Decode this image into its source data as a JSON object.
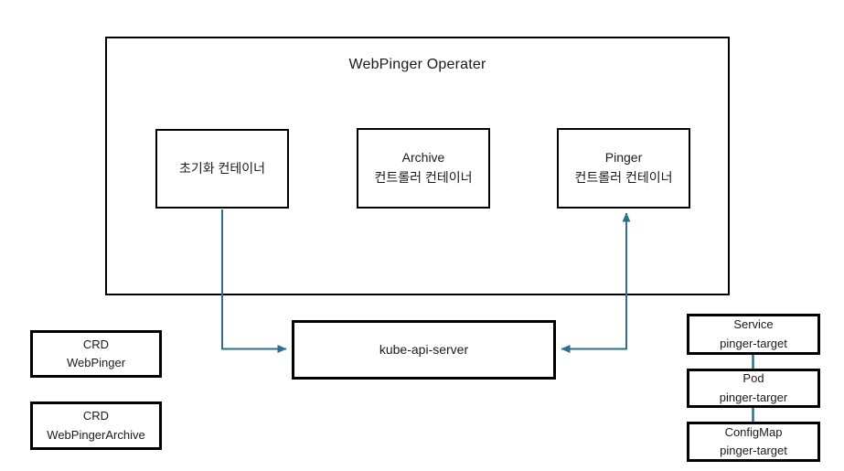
{
  "colors": {
    "connector": "#2E6E8E",
    "border": "#000000",
    "background": "#FFFFFF",
    "text": "#1A1A1A"
  },
  "operator": {
    "title": "WebPinger Operater",
    "containers": [
      {
        "line1": "초기화 컨테이너"
      },
      {
        "line1": "Archive",
        "line2": "컨트롤러 컨테이너"
      },
      {
        "line1": "Pinger",
        "line2": "컨트롤러 컨테이너"
      }
    ]
  },
  "api_server": {
    "label": "kube-api-server"
  },
  "crds": [
    {
      "line1": "CRD",
      "line2": "WebPinger"
    },
    {
      "line1": "CRD",
      "line2": "WebPingerArchive"
    }
  ],
  "targets": [
    {
      "line1": "Service",
      "line2": "pinger-target"
    },
    {
      "line1": "Pod",
      "line2": "pinger-targer"
    },
    {
      "line1": "ConfigMap",
      "line2": "pinger-target"
    }
  ],
  "connectors": [
    {
      "from": "init-container",
      "to": "kube-api-server",
      "arrows": "end"
    },
    {
      "from": "kube-api-server",
      "to": "pinger-controller-container",
      "arrows": "both"
    },
    {
      "from": "service-pinger-target",
      "to": "pod-pinger-targer",
      "arrows": "none"
    },
    {
      "from": "pod-pinger-targer",
      "to": "configmap-pinger-target",
      "arrows": "none"
    }
  ]
}
